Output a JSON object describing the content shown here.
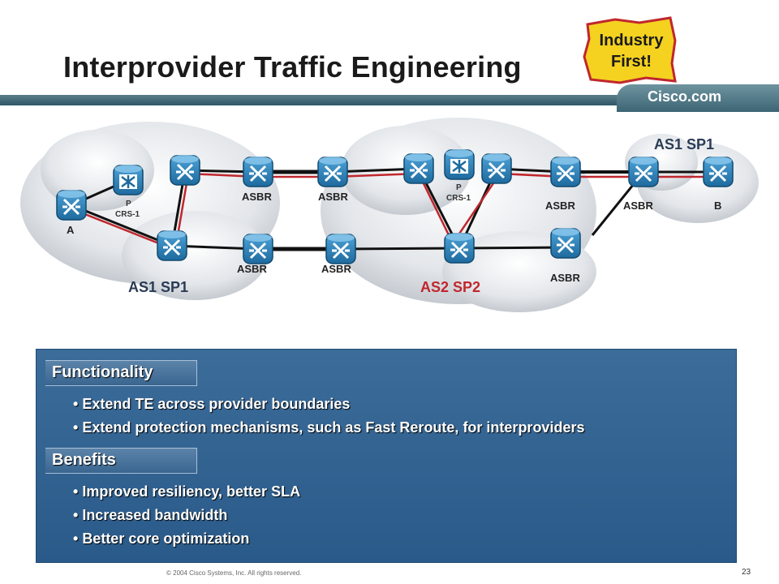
{
  "slide": {
    "title": "Interprovider Traffic Engineering",
    "badge_line1": "Industry",
    "badge_line2": "First!",
    "cisco_label": "Cisco.com",
    "copyright": "© 2004 Cisco Systems, Inc. All rights reserved.",
    "page_number": "23"
  },
  "diagram": {
    "clouds": {
      "as1_left": "AS1 SP1",
      "as2": "AS2 SP2",
      "as1_right": "AS1 SP1"
    },
    "labels": {
      "a": "A",
      "p1": "P",
      "crs1": "CRS-1",
      "asbr1": "ASBR",
      "asbr2": "ASBR",
      "asbr3": "ASBR",
      "asbr4": "ASBR",
      "p2": "P",
      "crs2": "CRS-1",
      "asbr5": "ASBR",
      "asbr6": "ASBR",
      "asbr7": "ASBR",
      "b": "B"
    },
    "colors": {
      "te_path": "#c0272d",
      "link": "#111111",
      "router": "#2a7fb6",
      "as2_label": "#c0272d"
    }
  },
  "functionality": {
    "heading": "Functionality",
    "items": [
      "Extend TE across provider boundaries",
      "Extend protection mechanisms, such as Fast Reroute, for interproviders"
    ]
  },
  "benefits": {
    "heading": "Benefits",
    "items": [
      "Improved resiliency, better SLA",
      "Increased bandwidth",
      "Better core optimization"
    ]
  }
}
